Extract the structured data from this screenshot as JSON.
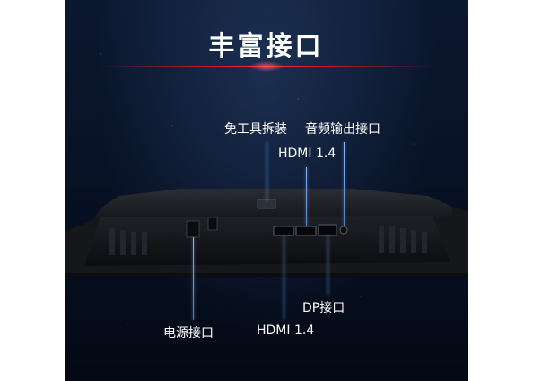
{
  "title": "丰富接口",
  "labels": {
    "tool_free": "免工具拆装",
    "audio": "音频输出接口",
    "hdmi_top": "HDMI 1.4",
    "dp": "DP接口",
    "power": "电源接口",
    "hdmi_bottom": "HDMI 1.4"
  },
  "colors": {
    "accent_red": "#e01622",
    "line_blue": "#8cbeff"
  }
}
